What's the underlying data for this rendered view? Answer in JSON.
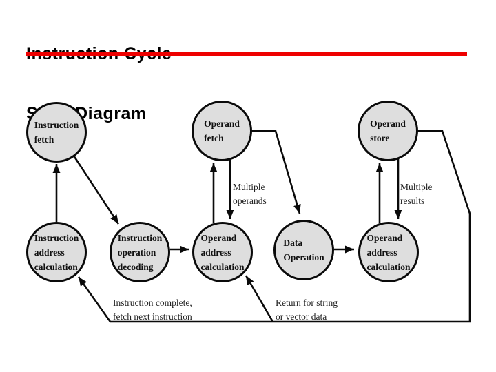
{
  "title": {
    "line1": "Instruction Cycle -",
    "line2": "State Diagram"
  },
  "colors": {
    "accent_rule": "#ee0000",
    "node_fill": "#dedede",
    "line_color": "#0a0a0a"
  },
  "diagram": {
    "nodes": [
      {
        "id": "instruction-fetch",
        "lines": [
          "Instruction",
          "fetch"
        ]
      },
      {
        "id": "operand-fetch",
        "lines": [
          "Operand",
          "fetch"
        ]
      },
      {
        "id": "operand-store",
        "lines": [
          "Operand",
          "store"
        ]
      },
      {
        "id": "instruction-address-calculation",
        "lines": [
          "Instruction",
          "address",
          "calculation"
        ]
      },
      {
        "id": "instruction-operation-decoding",
        "lines": [
          "Instruction",
          "operation",
          "decoding"
        ]
      },
      {
        "id": "operand-address-calculation-1",
        "lines": [
          "Operand",
          "address",
          "calculation"
        ]
      },
      {
        "id": "data-operation",
        "lines": [
          "Data",
          "Operation"
        ]
      },
      {
        "id": "operand-address-calculation-2",
        "lines": [
          "Operand",
          "address",
          "calculation"
        ]
      }
    ],
    "edge_labels": [
      {
        "id": "multiple-operands",
        "lines": [
          "Multiple",
          "operands"
        ]
      },
      {
        "id": "multiple-results",
        "lines": [
          "Multiple",
          "results"
        ]
      },
      {
        "id": "instruction-complete",
        "lines": [
          "Instruction complete,",
          "fetch next instruction"
        ]
      },
      {
        "id": "return-string-vector",
        "lines": [
          "Return for string",
          "or vector data"
        ]
      }
    ],
    "edges": [
      {
        "from": "instruction-address-calculation",
        "to": "instruction-fetch"
      },
      {
        "from": "instruction-fetch",
        "to": "instruction-operation-decoding"
      },
      {
        "from": "instruction-operation-decoding",
        "to": "operand-address-calculation-1"
      },
      {
        "from": "operand-address-calculation-1",
        "to": "operand-fetch"
      },
      {
        "from": "operand-fetch",
        "to": "operand-address-calculation-1",
        "label": "Multiple operands"
      },
      {
        "from": "operand-fetch",
        "to": "data-operation"
      },
      {
        "from": "data-operation",
        "to": "operand-address-calculation-2"
      },
      {
        "from": "operand-address-calculation-2",
        "to": "operand-store"
      },
      {
        "from": "operand-store",
        "to": "operand-address-calculation-2",
        "label": "Multiple results"
      },
      {
        "from": "operand-store",
        "to": "instruction-address-calculation",
        "label": "Instruction complete, fetch next instruction"
      },
      {
        "from": "operand-store",
        "to": "operand-address-calculation-1",
        "label": "Return for string or vector data"
      }
    ]
  }
}
